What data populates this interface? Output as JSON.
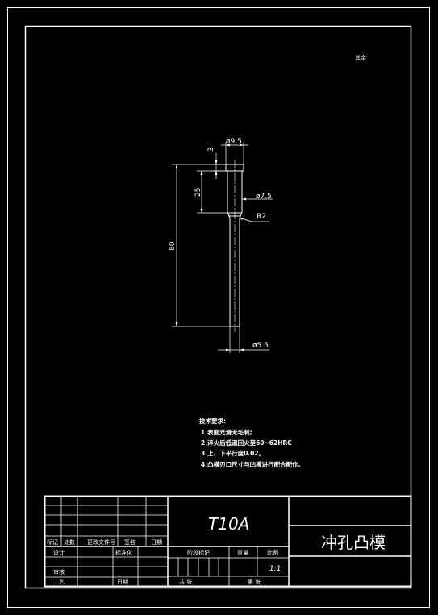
{
  "corner_note": "其余",
  "dimensions": {
    "head_diameter": "ø9.5",
    "head_height": "3",
    "shoulder_length": "25",
    "shoulder_diameter": "ø7.5",
    "fillet_radius": "R2",
    "total_length": "80",
    "tip_diameter": "ø5.5"
  },
  "tech_requirements": {
    "title": "技术要求:",
    "items": [
      "1.表面光滑无毛刺;",
      "2.淬火后低温回火至60~62HRC",
      "3.上、下平行度0.02。",
      "4.凸模刃口尺寸与凹模进行配合配作。"
    ]
  },
  "title_block": {
    "material": "T10A",
    "part_name": "冲孔凸模",
    "rev_headers": [
      "标记",
      "处数",
      "更改文件号",
      "签名",
      "日期"
    ],
    "row_design": "设计",
    "row_standard": "标准化",
    "row_review": "审核",
    "row_process": "工艺",
    "row_date": "日期",
    "stage_label": "阶段标记",
    "weight_label": "重量",
    "scale_label": "比例",
    "scale_value": "1:1",
    "sheet_total": "共 张",
    "sheet_num": "第 张"
  }
}
